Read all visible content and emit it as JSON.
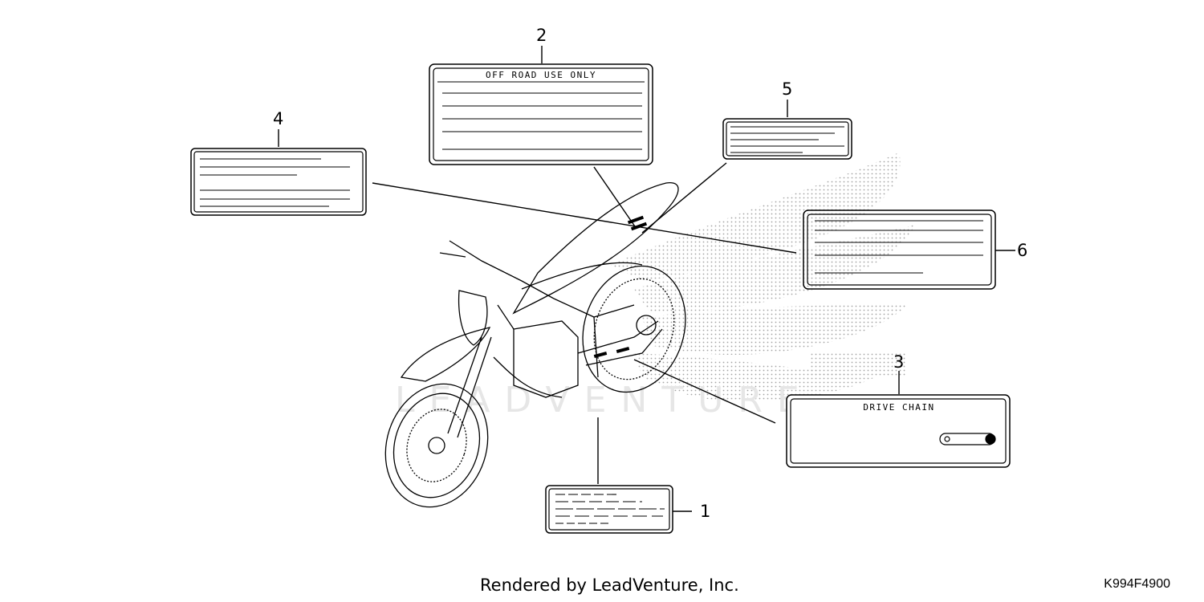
{
  "callouts": [
    "1",
    "2",
    "3",
    "4",
    "5",
    "6"
  ],
  "labels": {
    "off_road": "OFF ROAD USE ONLY",
    "drive_chain": "DRIVE CHAIN"
  },
  "watermark": "LEADVENTURE",
  "footer": {
    "credit": "Rendered by LeadVenture, Inc.",
    "code": "K994F4900"
  }
}
